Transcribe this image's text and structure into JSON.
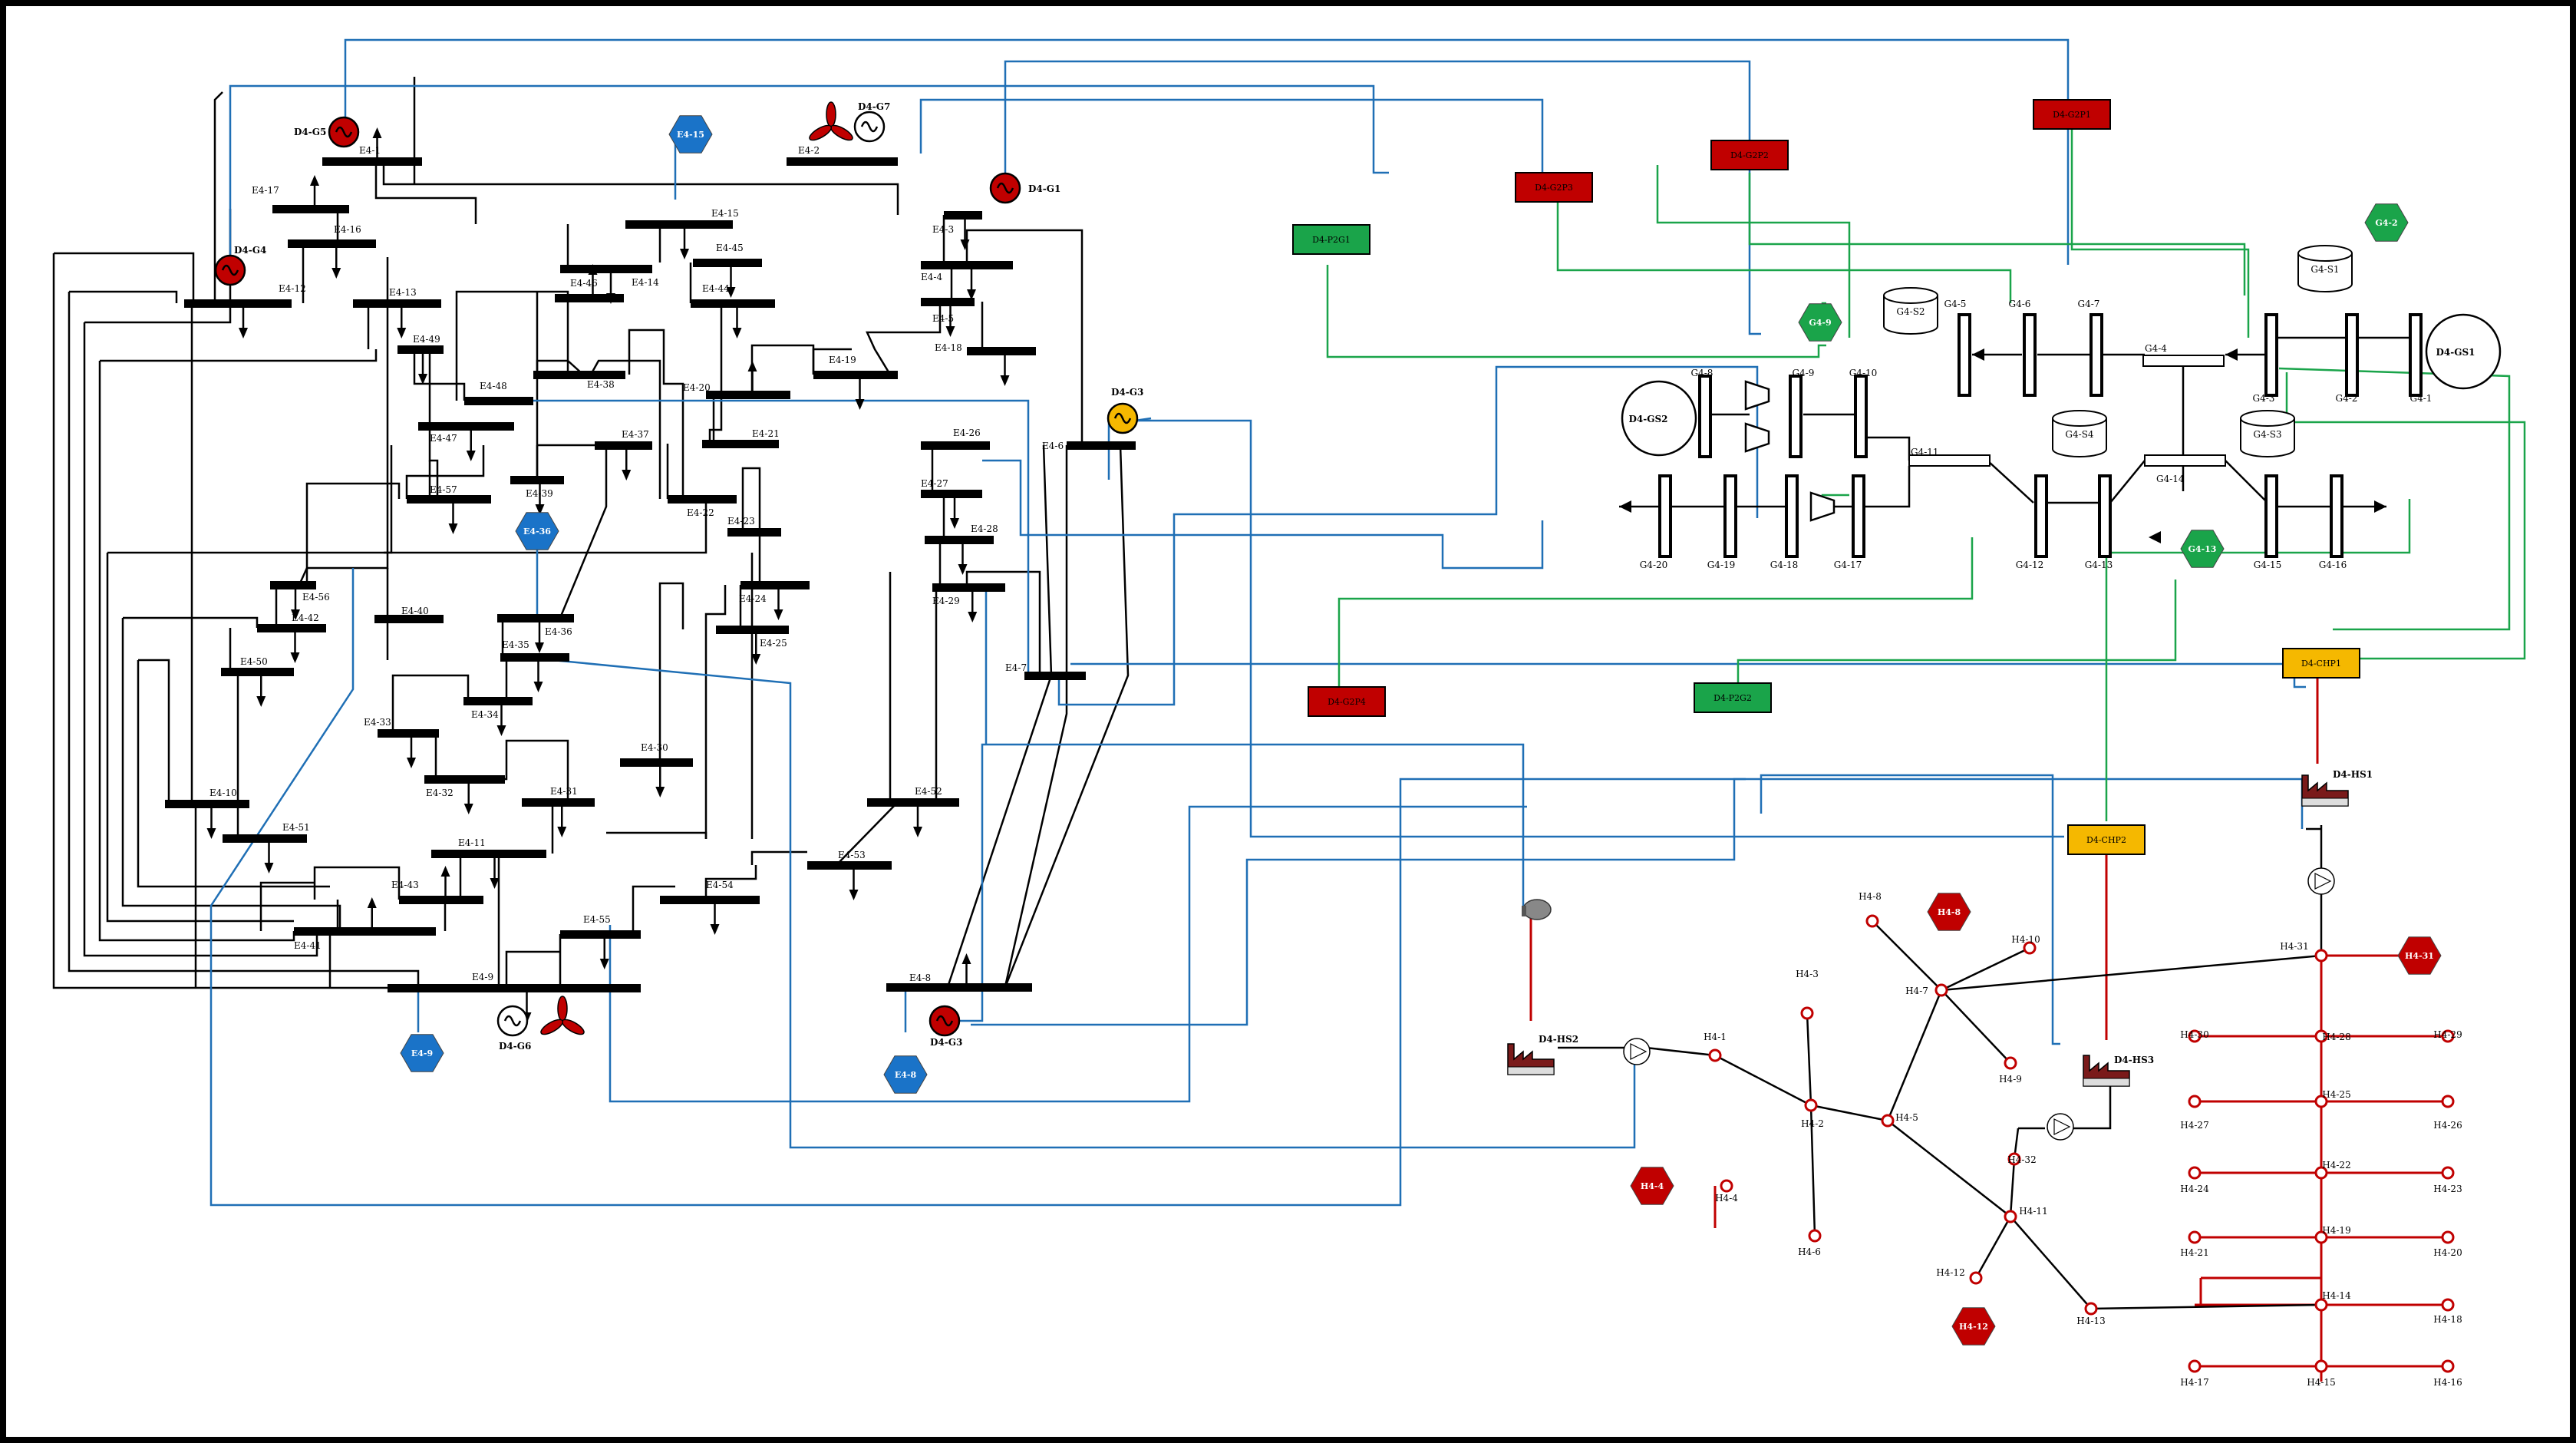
{
  "colors": {
    "bus": "#000000",
    "electric_line": "#000000",
    "comm_blue": "#1f6fb5",
    "gas_green": "#1aa44a",
    "heat_red": "#c00000",
    "unit_red": "#c00000",
    "unit_green": "#1aa44a",
    "unit_yellow": "#f5b800",
    "hex_blue": "#1a73c8",
    "hex_red": "#c00000",
    "hex_green": "#1aa44a"
  },
  "electric": {
    "buses": [
      {
        "id": "E4-1",
        "label": "E4-1"
      },
      {
        "id": "E4-2",
        "label": "E4-2"
      },
      {
        "id": "E4-3",
        "label": "E4-3"
      },
      {
        "id": "E4-4",
        "label": "E4-4"
      },
      {
        "id": "E4-5",
        "label": "E4-5"
      },
      {
        "id": "E4-6",
        "label": "E4-6"
      },
      {
        "id": "E4-7",
        "label": "E4-7"
      },
      {
        "id": "E4-8",
        "label": "E4-8"
      },
      {
        "id": "E4-9",
        "label": "E4-9"
      },
      {
        "id": "E4-10",
        "label": "E4-10"
      },
      {
        "id": "E4-11",
        "label": "E4-11"
      },
      {
        "id": "E4-12",
        "label": "E4-12"
      },
      {
        "id": "E4-13",
        "label": "E4-13"
      },
      {
        "id": "E4-14",
        "label": "E4-14"
      },
      {
        "id": "E4-15",
        "label": "E4-15"
      },
      {
        "id": "E4-16",
        "label": "E4-16"
      },
      {
        "id": "E4-17",
        "label": "E4-17"
      },
      {
        "id": "E4-18",
        "label": "E4-18"
      },
      {
        "id": "E4-19",
        "label": "E4-19"
      },
      {
        "id": "E4-20",
        "label": "E4-20"
      },
      {
        "id": "E4-21",
        "label": "E4-21"
      },
      {
        "id": "E4-22",
        "label": "E4-22"
      },
      {
        "id": "E4-23",
        "label": "E4-23"
      },
      {
        "id": "E4-24",
        "label": "E4-24"
      },
      {
        "id": "E4-25",
        "label": "E4-25"
      },
      {
        "id": "E4-26",
        "label": "E4-26"
      },
      {
        "id": "E4-27",
        "label": "E4-27"
      },
      {
        "id": "E4-28",
        "label": "E4-28"
      },
      {
        "id": "E4-29",
        "label": "E4-29"
      },
      {
        "id": "E4-30",
        "label": "E4-30"
      },
      {
        "id": "E4-31",
        "label": "E4-31"
      },
      {
        "id": "E4-32",
        "label": "E4-32"
      },
      {
        "id": "E4-33",
        "label": "E4-33"
      },
      {
        "id": "E4-34",
        "label": "E4-34"
      },
      {
        "id": "E4-35",
        "label": "E4-35"
      },
      {
        "id": "E4-36",
        "label": "E4-36"
      },
      {
        "id": "E4-37",
        "label": "E4-37"
      },
      {
        "id": "E4-38",
        "label": "E4-38"
      },
      {
        "id": "E4-39",
        "label": "E4-39"
      },
      {
        "id": "E4-40",
        "label": "E4-40"
      },
      {
        "id": "E4-41",
        "label": "E4-41"
      },
      {
        "id": "E4-42",
        "label": "E4-42"
      },
      {
        "id": "E4-43",
        "label": "E4-43"
      },
      {
        "id": "E4-44",
        "label": "E4-44"
      },
      {
        "id": "E4-45",
        "label": "E4-45"
      },
      {
        "id": "E4-46",
        "label": "E4-46"
      },
      {
        "id": "E4-47",
        "label": "E4-47"
      },
      {
        "id": "E4-48",
        "label": "E4-48"
      },
      {
        "id": "E4-49",
        "label": "E4-49"
      },
      {
        "id": "E4-50",
        "label": "E4-50"
      },
      {
        "id": "E4-51",
        "label": "E4-51"
      },
      {
        "id": "E4-52",
        "label": "E4-52"
      },
      {
        "id": "E4-53",
        "label": "E4-53"
      },
      {
        "id": "E4-54",
        "label": "E4-54"
      },
      {
        "id": "E4-55",
        "label": "E4-55"
      },
      {
        "id": "E4-56",
        "label": "E4-56"
      },
      {
        "id": "E4-57",
        "label": "E4-57"
      }
    ],
    "generators": [
      {
        "id": "D4-G1",
        "label": "D4-G1",
        "kind": "red"
      },
      {
        "id": "D4-G3",
        "label": "D4-G3",
        "kind": "red"
      },
      {
        "id": "D4-G4",
        "label": "D4-G4",
        "kind": "red"
      },
      {
        "id": "D4-G5",
        "label": "D4-G5",
        "kind": "red"
      },
      {
        "id": "D4-G2",
        "label": "D4-G3",
        "kind": "yellow"
      },
      {
        "id": "D4-G6",
        "label": "D4-G6",
        "kind": "wind"
      },
      {
        "id": "D4-G7",
        "label": "D4-G7",
        "kind": "wind"
      }
    ],
    "hexagons": [
      {
        "id": "E4-15h",
        "label": "E4-15"
      },
      {
        "id": "E4-36h",
        "label": "E4-36"
      },
      {
        "id": "E4-9h",
        "label": "E4-9"
      },
      {
        "id": "E4-8h",
        "label": "E4-8"
      }
    ]
  },
  "coupling": {
    "p2g": [
      {
        "id": "p2g1",
        "label": "D4-P2G1"
      },
      {
        "id": "p2g2",
        "label": "D4-P2G2"
      }
    ],
    "g2p": [
      {
        "id": "g2p1",
        "label": "D4-G2P1"
      },
      {
        "id": "g2p2",
        "label": "D4-G2P2"
      },
      {
        "id": "g2p3",
        "label": "D4-G2P3"
      },
      {
        "id": "g2p4",
        "label": "D4-G2P4"
      }
    ],
    "chp": [
      {
        "id": "chp1",
        "label": "D4-CHP1"
      },
      {
        "id": "chp2",
        "label": "D4-CHP2"
      }
    ]
  },
  "gas": {
    "nodes": [
      {
        "id": "G4-1",
        "label": "G4-1"
      },
      {
        "id": "G4-2",
        "label": "G4-2"
      },
      {
        "id": "G4-3",
        "label": "G4-3"
      },
      {
        "id": "G4-4",
        "label": "G4-4"
      },
      {
        "id": "G4-5",
        "label": "G4-5"
      },
      {
        "id": "G4-6",
        "label": "G4-6"
      },
      {
        "id": "G4-7",
        "label": "G4-7"
      },
      {
        "id": "G4-8",
        "label": "G4-8"
      },
      {
        "id": "G4-9",
        "label": "G4-9"
      },
      {
        "id": "G4-10",
        "label": "G4-10"
      },
      {
        "id": "G4-11",
        "label": "G4-11"
      },
      {
        "id": "G4-12",
        "label": "G4-12"
      },
      {
        "id": "G4-13",
        "label": "G4-13"
      },
      {
        "id": "G4-14",
        "label": "G4-14"
      },
      {
        "id": "G4-15",
        "label": "G4-15"
      },
      {
        "id": "G4-16",
        "label": "G4-16"
      },
      {
        "id": "G4-17",
        "label": "G4-17"
      },
      {
        "id": "G4-18",
        "label": "G4-18"
      },
      {
        "id": "G4-19",
        "label": "G4-19"
      },
      {
        "id": "G4-20",
        "label": "G4-20"
      }
    ],
    "sources": [
      {
        "id": "gs1",
        "label": "D4-GS1"
      },
      {
        "id": "gs2",
        "label": "D4-GS2"
      }
    ],
    "storages": [
      {
        "id": "s1",
        "label": "G4-S1"
      },
      {
        "id": "s2",
        "label": "G4-S2"
      },
      {
        "id": "s3",
        "label": "G4-S3"
      },
      {
        "id": "s4",
        "label": "G4-S4"
      }
    ],
    "hexagons": [
      {
        "id": "g2h",
        "label": "G4-2"
      },
      {
        "id": "g9h",
        "label": "G4-9"
      },
      {
        "id": "g13h",
        "label": "G4-13"
      }
    ]
  },
  "heat": {
    "nodes": [
      {
        "id": "H4-1",
        "label": "H4-1"
      },
      {
        "id": "H4-2",
        "label": "H4-2"
      },
      {
        "id": "H4-3",
        "label": "H4-3"
      },
      {
        "id": "H4-4",
        "label": "H4-4"
      },
      {
        "id": "H4-5",
        "label": "H4-5"
      },
      {
        "id": "H4-6",
        "label": "H4-6"
      },
      {
        "id": "H4-7",
        "label": "H4-7"
      },
      {
        "id": "H4-8",
        "label": "H4-8"
      },
      {
        "id": "H4-9",
        "label": "H4-9"
      },
      {
        "id": "H4-10",
        "label": "H4-10"
      },
      {
        "id": "H4-11",
        "label": "H4-11"
      },
      {
        "id": "H4-12",
        "label": "H4-12"
      },
      {
        "id": "H4-13",
        "label": "H4-13"
      },
      {
        "id": "H4-14",
        "label": "H4-14"
      },
      {
        "id": "H4-15",
        "label": "H4-15"
      },
      {
        "id": "H4-16",
        "label": "H4-16"
      },
      {
        "id": "H4-17",
        "label": "H4-17"
      },
      {
        "id": "H4-18",
        "label": "H4-18"
      },
      {
        "id": "H4-19",
        "label": "H4-19"
      },
      {
        "id": "H4-20",
        "label": "H4-20"
      },
      {
        "id": "H4-21",
        "label": "H4-21"
      },
      {
        "id": "H4-22",
        "label": "H4-22"
      },
      {
        "id": "H4-23",
        "label": "H4-23"
      },
      {
        "id": "H4-24",
        "label": "H4-24"
      },
      {
        "id": "H4-25",
        "label": "H4-25"
      },
      {
        "id": "H4-26",
        "label": "H4-26"
      },
      {
        "id": "H4-27",
        "label": "H4-27"
      },
      {
        "id": "H4-28",
        "label": "H4-28"
      },
      {
        "id": "H4-29",
        "label": "H4-29"
      },
      {
        "id": "H4-30",
        "label": "H4-30"
      },
      {
        "id": "H4-31",
        "label": "H4-31"
      },
      {
        "id": "H4-32",
        "label": "H4-32"
      }
    ],
    "sources": [
      {
        "id": "hs1",
        "label": "D4-HS1"
      },
      {
        "id": "hs2",
        "label": "D4-HS2"
      },
      {
        "id": "hs3",
        "label": "D4-HS3"
      }
    ],
    "hexagons": [
      {
        "id": "h4h",
        "label": "H4-4"
      },
      {
        "id": "h8h",
        "label": "H4-8"
      },
      {
        "id": "h12h",
        "label": "H4-12"
      },
      {
        "id": "h31h",
        "label": "H4-31"
      }
    ]
  }
}
